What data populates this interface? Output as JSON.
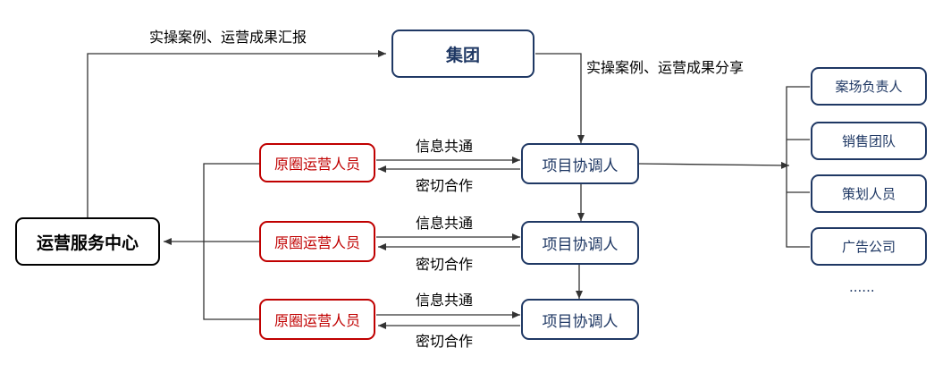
{
  "group": "集团",
  "center": "运营服务中心",
  "report_label": "实操案例、运营成果汇报",
  "share_label": "实操案例、运营成果分享",
  "staff_label": "原圈运营人员",
  "coordinator_label": "项目协调人",
  "link_forward": "信息共通",
  "link_back": "密切合作",
  "parties": [
    "案场负责人",
    "销售团队",
    "策划人员",
    "广告公司"
  ],
  "ellipsis": "......",
  "colors": {
    "navy": "#1f3864",
    "red": "#c00000",
    "line": "#333333"
  }
}
